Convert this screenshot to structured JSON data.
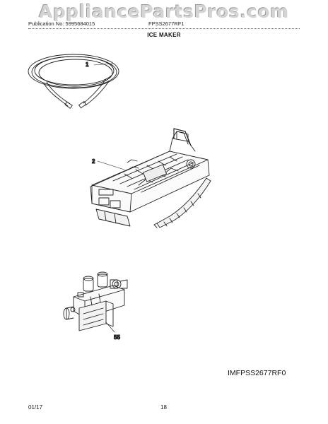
{
  "watermark": "AppliancePartsPros.com",
  "header": {
    "publication": "Publication No: 5995684015",
    "model": "FPSS2677RF1"
  },
  "section_title": "ICE MAKER",
  "callouts": {
    "tube": "1",
    "ice_maker": "2",
    "valve": "55"
  },
  "diagram_code": "IMFPSS2677RF0",
  "footer": {
    "date": "01/17",
    "page": "18"
  }
}
